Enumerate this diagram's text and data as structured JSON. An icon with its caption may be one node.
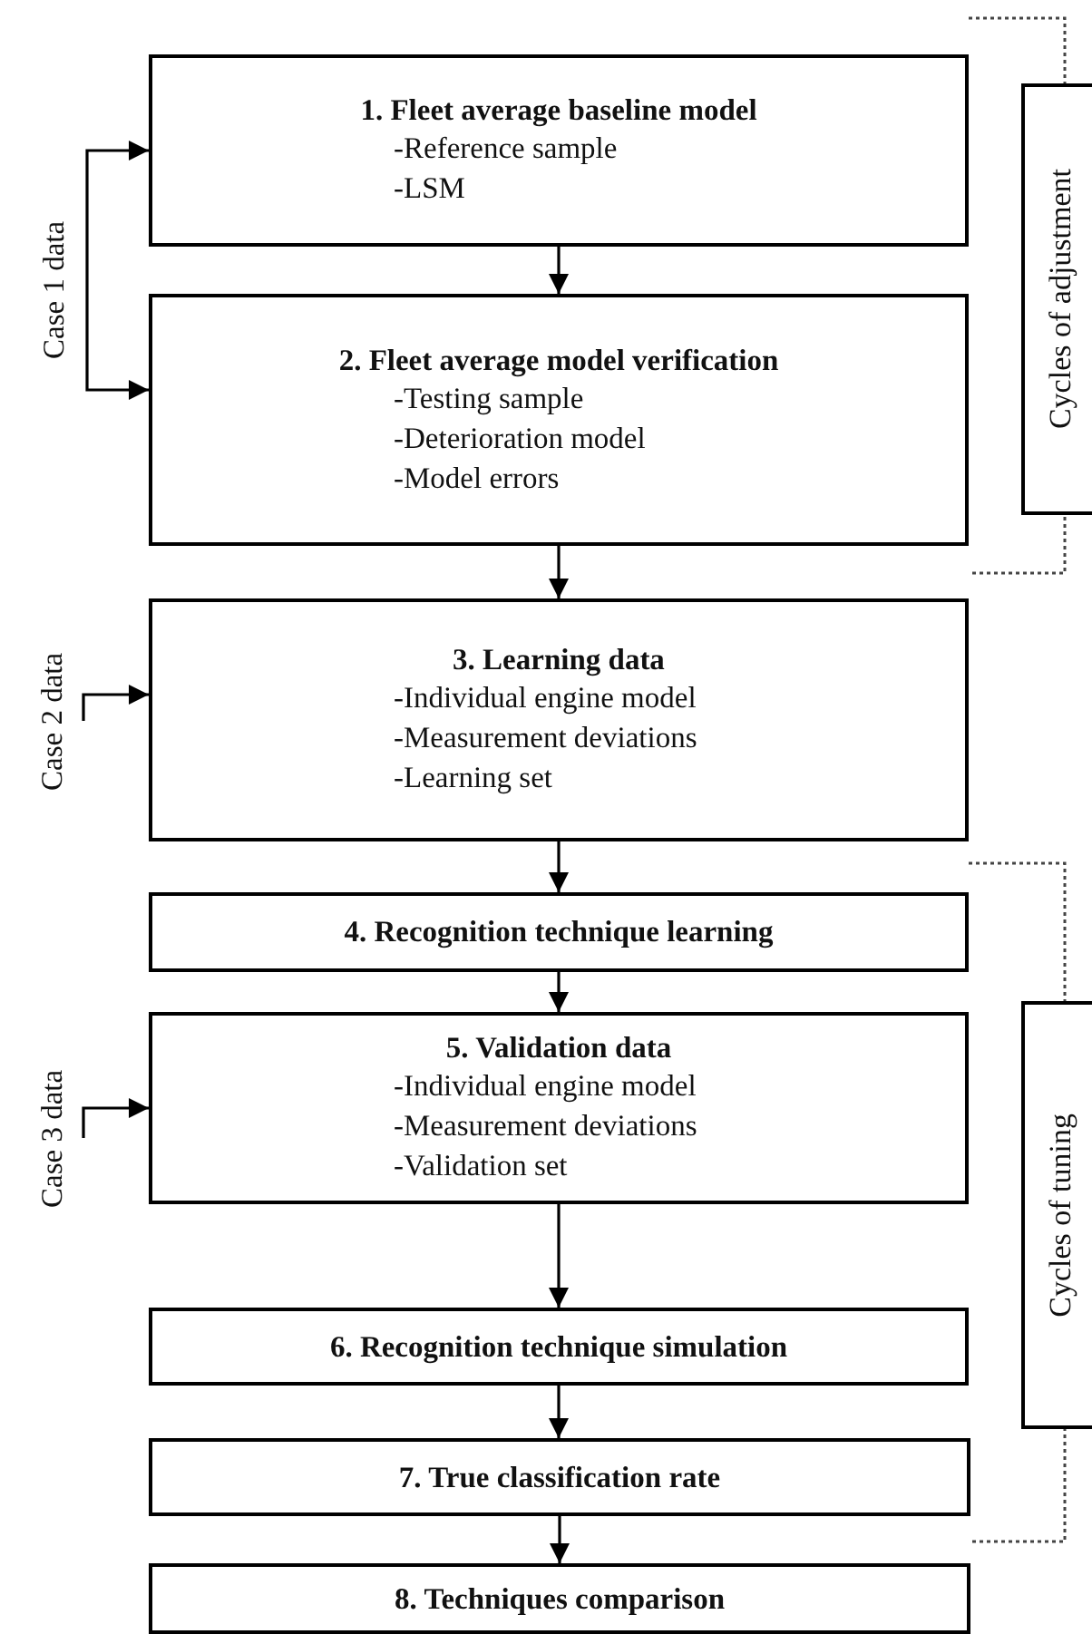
{
  "diagram": {
    "nodes": [
      {
        "text": [
          "1. Fleet average baseline model",
          "-Reference sample",
          "-LSM"
        ]
      },
      {
        "text": [
          "2. Fleet average model verification",
          "-Testing sample",
          "-Deterioration model",
          "-Model errors"
        ]
      },
      {
        "text": [
          "3. Learning data",
          "-Individual engine model",
          "-Measurement deviations",
          "-Learning set"
        ]
      },
      {
        "text": [
          "4. Recognition technique learning"
        ]
      },
      {
        "text": [
          "5. Validation data",
          "-Individual engine model",
          "-Measurement deviations",
          "-Validation set"
        ]
      },
      {
        "text": [
          "6. Recognition technique simulation"
        ]
      },
      {
        "text": [
          "7. True classification rate"
        ]
      },
      {
        "text": [
          "8. Techniques comparison"
        ]
      },
      {
        "text": [
          "Case 1 data"
        ]
      },
      {
        "text": [
          "Case 2 data"
        ]
      },
      {
        "text": [
          "Case 3 data"
        ]
      },
      {
        "text": [
          "Cycles of adjustment"
        ]
      },
      {
        "text": [
          "Cycles of tuning"
        ]
      }
    ],
    "edges": [
      {
        "from": 0,
        "to": 1,
        "arrow": "to"
      },
      {
        "from": 1,
        "to": 2,
        "arrow": "to"
      },
      {
        "from": 2,
        "to": 3,
        "arrow": "to"
      },
      {
        "from": 3,
        "to": 4,
        "arrow": "to"
      },
      {
        "from": 4,
        "to": 5,
        "arrow": "to"
      },
      {
        "from": 5,
        "to": 6,
        "arrow": "to"
      },
      {
        "from": 6,
        "to": 7,
        "arrow": "to"
      },
      {
        "from": 8,
        "to": 0,
        "arrow": "to"
      },
      {
        "from": 8,
        "to": 1,
        "arrow": "to"
      },
      {
        "from": 9,
        "to": 2,
        "arrow": "to"
      },
      {
        "from": 10,
        "to": 4,
        "arrow": "to"
      }
    ]
  }
}
